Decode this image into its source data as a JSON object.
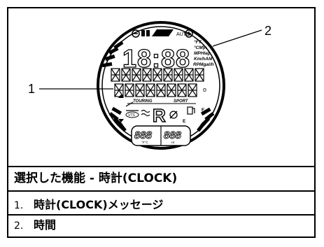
{
  "caption": "選択した機能 - 時計(CLOCK)",
  "legend": [
    {
      "num": "1.",
      "text": "時計(CLOCK)メッセージ"
    },
    {
      "num": "2.",
      "text": "時間"
    }
  ],
  "callouts": {
    "one": "1",
    "two": "2"
  },
  "display": {
    "auto": "AUTO",
    "minus": "−",
    "plus": "+",
    "digits_main": "18:88",
    "units": [
      "°FT",
      "°CM|n",
      "MPHlap",
      "Km/hAM",
      "RPMgal/h"
    ],
    "touring": "TOURING",
    "sport": "SPORT",
    "vts": "VTS",
    "gear": "R",
    "fuel_f": "F",
    "fuel_e": "E",
    "small_left": "888",
    "small_right": "888",
    "unit_temp": "°F°C",
    "unit_hr": "Hr",
    "degree": "o"
  }
}
